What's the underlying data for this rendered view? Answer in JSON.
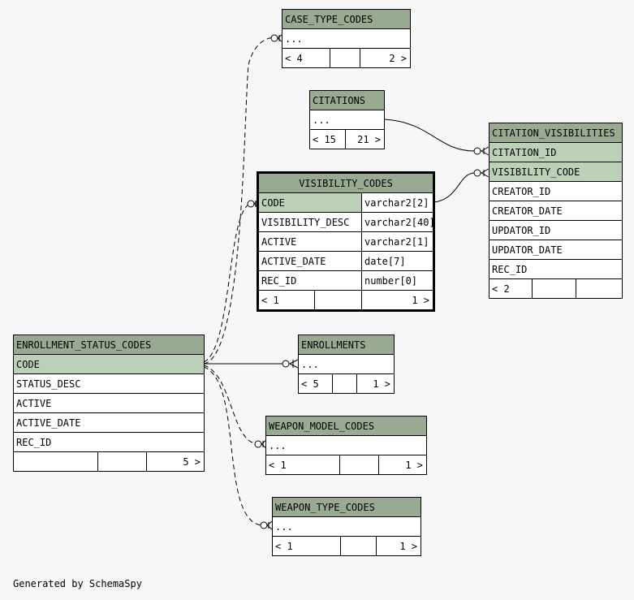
{
  "tables": {
    "case_type_codes": {
      "name": "CASE_TYPE_CODES",
      "ellipsis": "...",
      "nav_left": "< 4",
      "nav_mid": "",
      "nav_right": "2 >"
    },
    "citations": {
      "name": "CITATIONS",
      "ellipsis": "...",
      "nav_left": "< 15",
      "nav_right": "21 >"
    },
    "citation_visibilities": {
      "name": "CITATION_VISIBILITIES",
      "columns": [
        "CITATION_ID",
        "VISIBILITY_CODE",
        "CREATOR_ID",
        "CREATOR_DATE",
        "UPDATOR_ID",
        "UPDATOR_DATE",
        "REC_ID"
      ],
      "nav_left": "< 2",
      "nav_mid": "",
      "nav_right": ""
    },
    "visibility_codes": {
      "name": "VISIBILITY_CODES",
      "columns": [
        {
          "name": "CODE",
          "type": "varchar2[2]"
        },
        {
          "name": "VISIBILITY_DESC",
          "type": "varchar2[40]"
        },
        {
          "name": "ACTIVE",
          "type": "varchar2[1]"
        },
        {
          "name": "ACTIVE_DATE",
          "type": "date[7]"
        },
        {
          "name": "REC_ID",
          "type": "number[0]"
        }
      ],
      "nav_left": "< 1",
      "nav_mid": "",
      "nav_right": "1 >"
    },
    "enrollment_status_codes": {
      "name": "ENROLLMENT_STATUS_CODES",
      "columns": [
        "CODE",
        "STATUS_DESC",
        "ACTIVE",
        "ACTIVE_DATE",
        "REC_ID"
      ],
      "nav_left": "",
      "nav_mid": "",
      "nav_right": "5 >"
    },
    "enrollments": {
      "name": "ENROLLMENTS",
      "ellipsis": "...",
      "nav_left": "< 5",
      "nav_mid": "",
      "nav_right": "1 >"
    },
    "weapon_model_codes": {
      "name": "WEAPON_MODEL_CODES",
      "ellipsis": "...",
      "nav_left": "< 1",
      "nav_mid": "",
      "nav_right": "1 >"
    },
    "weapon_type_codes": {
      "name": "WEAPON_TYPE_CODES",
      "ellipsis": "...",
      "nav_left": "< 1",
      "nav_mid": "",
      "nav_right": "1 >"
    }
  },
  "footer": {
    "generated_by": "Generated by SchemaSpy"
  },
  "colors": {
    "header": "#9aaa92",
    "key_column": "#bcd0b8",
    "background": "#f7f7f7"
  }
}
